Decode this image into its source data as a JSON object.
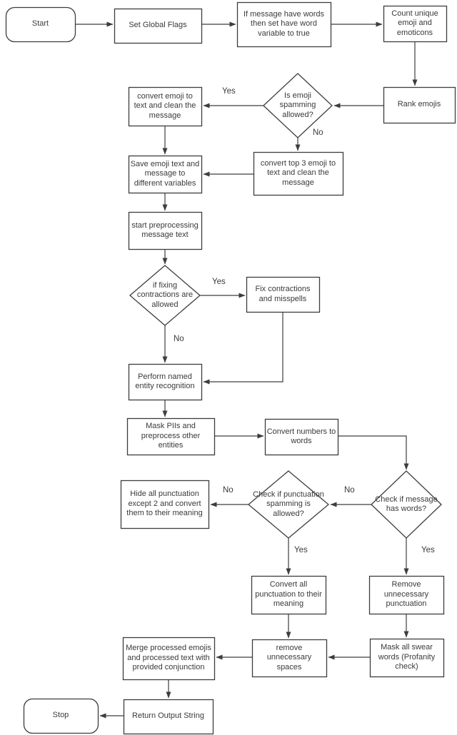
{
  "diagram": {
    "title_hint": "Message preprocessing flowchart",
    "colors": {
      "stroke": "#3d3d3d",
      "fill": "#ffffff",
      "text": "#3a3a3a",
      "background": "#ffffff"
    },
    "nodes": {
      "start": {
        "label": "Start",
        "type": "terminator"
      },
      "set_global_flags": {
        "label": "Set Global Flags",
        "type": "process"
      },
      "if_message_words": {
        "label": "If message have words then set have word variable to true",
        "type": "process"
      },
      "count_unique": {
        "label": "Count unique emoji and emoticons",
        "type": "process"
      },
      "rank_emojis": {
        "label": "Rank emojis",
        "type": "process"
      },
      "emoji_spamming": {
        "label": "Is emoji spamming allowed?",
        "type": "decision"
      },
      "convert_emoji": {
        "label": "convert emoji to text and clean the message",
        "type": "process"
      },
      "convert_top3": {
        "label": "convert top 3 emoji to text and clean the message",
        "type": "process"
      },
      "save_emoji": {
        "label": "Save emoji text and message to different variables",
        "type": "process"
      },
      "start_preproc": {
        "label": "start preprocessing message text",
        "type": "process"
      },
      "fixing_contr": {
        "label": "if fixing contractions are allowed",
        "type": "decision"
      },
      "fix_contractions": {
        "label": "Fix contractions and misspells",
        "type": "process"
      },
      "perform_ner": {
        "label": "Perform named entity recognition",
        "type": "process"
      },
      "mask_piis": {
        "label": "Mask PIIs and preprocess other entities",
        "type": "process"
      },
      "convert_numbers": {
        "label": "Convert numbers to words",
        "type": "process"
      },
      "punct_spamming": {
        "label": "Check if punctuation spamming is allowed?",
        "type": "decision"
      },
      "message_has_words": {
        "label": "Check if message has words?",
        "type": "decision"
      },
      "hide_punct": {
        "label": "Hide all punctuation except 2 and convert them to their meaning",
        "type": "process"
      },
      "convert_all_punct": {
        "label": "Convert all punctuation to their meaning",
        "type": "process"
      },
      "remove_punct": {
        "label": "Remove unnecessary punctuation",
        "type": "process"
      },
      "remove_spaces": {
        "label": "remove unnecessary spaces",
        "type": "process"
      },
      "mask_swear": {
        "label": "Mask all swear words (Profanity check)",
        "type": "process"
      },
      "merge_processed": {
        "label": "Merge processed emojis and processed text with provided conjunction",
        "type": "process"
      },
      "return_output": {
        "label": "Return Output String",
        "type": "process"
      },
      "stop": {
        "label": "Stop",
        "type": "terminator"
      }
    },
    "edge_labels": {
      "emoji_yes": "Yes",
      "emoji_no": "No",
      "contractions_yes": "Yes",
      "contractions_no": "No",
      "punct_no": "No",
      "message_no": "No",
      "punct_yes": "Yes",
      "message_yes": "Yes"
    },
    "edges": [
      {
        "from": "start",
        "to": "set_global_flags"
      },
      {
        "from": "set_global_flags",
        "to": "if_message_words"
      },
      {
        "from": "if_message_words",
        "to": "count_unique"
      },
      {
        "from": "count_unique",
        "to": "rank_emojis"
      },
      {
        "from": "rank_emojis",
        "to": "emoji_spamming"
      },
      {
        "from": "emoji_spamming",
        "to": "convert_emoji",
        "label": "Yes"
      },
      {
        "from": "emoji_spamming",
        "to": "convert_top3",
        "label": "No"
      },
      {
        "from": "convert_emoji",
        "to": "save_emoji"
      },
      {
        "from": "convert_top3",
        "to": "save_emoji"
      },
      {
        "from": "save_emoji",
        "to": "start_preproc"
      },
      {
        "from": "start_preproc",
        "to": "fixing_contr"
      },
      {
        "from": "fixing_contr",
        "to": "fix_contractions",
        "label": "Yes"
      },
      {
        "from": "fixing_contr",
        "to": "perform_ner",
        "label": "No"
      },
      {
        "from": "fix_contractions",
        "to": "perform_ner"
      },
      {
        "from": "perform_ner",
        "to": "mask_piis"
      },
      {
        "from": "mask_piis",
        "to": "convert_numbers"
      },
      {
        "from": "convert_numbers",
        "to": "message_has_words"
      },
      {
        "from": "message_has_words",
        "to": "punct_spamming",
        "label": "No"
      },
      {
        "from": "message_has_words",
        "to": "remove_punct",
        "label": "Yes"
      },
      {
        "from": "punct_spamming",
        "to": "hide_punct",
        "label": "No"
      },
      {
        "from": "punct_spamming",
        "to": "convert_all_punct",
        "label": "Yes"
      },
      {
        "from": "convert_all_punct",
        "to": "remove_spaces"
      },
      {
        "from": "remove_punct",
        "to": "mask_swear"
      },
      {
        "from": "mask_swear",
        "to": "remove_spaces"
      },
      {
        "from": "remove_spaces",
        "to": "merge_processed"
      },
      {
        "from": "merge_processed",
        "to": "return_output"
      },
      {
        "from": "return_output",
        "to": "stop"
      }
    ]
  }
}
